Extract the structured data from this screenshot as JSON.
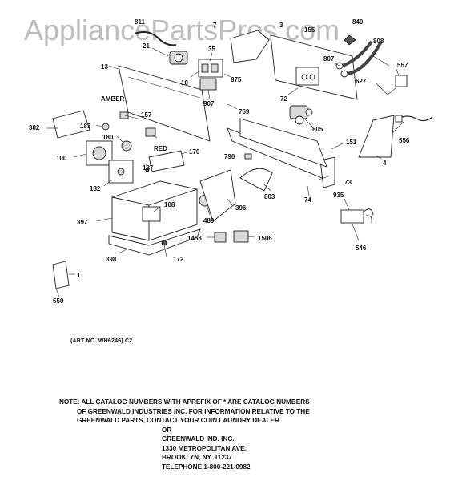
{
  "watermark": "AppliancePartsPros.com",
  "labels": {
    "l811": "811",
    "l21": "21",
    "l7": "7",
    "l3": "3",
    "l155": "155",
    "l840": "840",
    "l808": "808",
    "l807": "807",
    "l557": "557",
    "l627": "627",
    "l13": "13",
    "l35": "35",
    "l10": "10",
    "l875": "875",
    "l907": "907",
    "l72": "72",
    "l769": "769",
    "l805": "805",
    "amber": "AMBER",
    "l157": "157",
    "l382": "382",
    "l183": "183",
    "l180": "180",
    "red": "RED",
    "l556": "556",
    "l151": "151",
    "l4": "4",
    "l170": "170",
    "l100": "100",
    "l790": "790",
    "l187": "187",
    "l182": "182",
    "l73": "73",
    "l803": "803",
    "l74": "74",
    "l935": "935",
    "l168": "168",
    "l489": "489",
    "l396": "396",
    "l397": "397",
    "l1458": "1458",
    "l1506": "1506",
    "l546": "546",
    "l398": "398",
    "l172": "172",
    "l1": "1",
    "l550": "550"
  },
  "art_no": "(ART NO. WH6246) C2",
  "note_lines": [
    "NOTE: ALL CATALOG NUMBERS WITH APREFIX OF * ARE CATALOG NUMBERS",
    "OF GREENWALD INDUSTRIES INC. FOR INFORMATION RELATIVE TO THE",
    "GREENWALD PARTS, CONTACT YOUR COIN LAUNDRY DEALER",
    "OR",
    "GREENWALD IND. INC.",
    "1330 METROPOLITAN AVE.",
    "BROOKLYN, NY. 11237",
    "TELEPHONE 1-800-221-0982"
  ]
}
